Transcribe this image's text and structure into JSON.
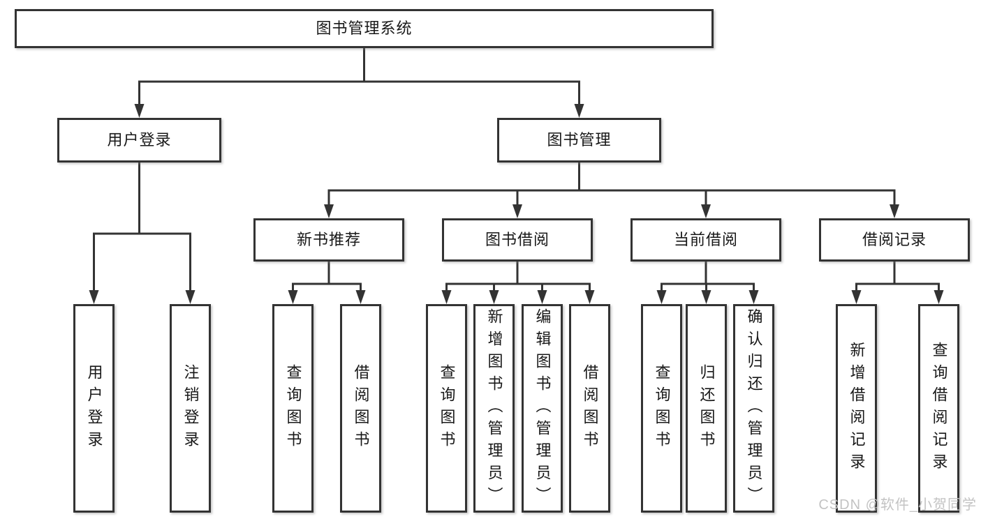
{
  "diagram": {
    "root_label": "图书管理系统",
    "branches": [
      {
        "label": "用户登录",
        "leaves": [
          {
            "label": "用户登录"
          },
          {
            "label": "注销登录"
          }
        ]
      },
      {
        "label": "图书管理",
        "groups": [
          {
            "label": "新书推荐",
            "leaves": [
              {
                "label": "查询图书"
              },
              {
                "label": "借阅图书"
              }
            ]
          },
          {
            "label": "图书借阅",
            "leaves": [
              {
                "label": "查询图书"
              },
              {
                "label": "新增图书（管理员）"
              },
              {
                "label": "编辑图书（管理员）"
              },
              {
                "label": "借阅图书"
              }
            ]
          },
          {
            "label": "当前借阅",
            "leaves": [
              {
                "label": "查询图书"
              },
              {
                "label": "归还图书"
              },
              {
                "label": "确认归还（管理员）"
              }
            ]
          },
          {
            "label": "借阅记录",
            "leaves": [
              {
                "label": "新增借阅记录"
              },
              {
                "label": "查询借阅记录"
              }
            ]
          }
        ]
      }
    ]
  },
  "watermark": {
    "text": "CSDN @软件_小贺同学"
  },
  "colors": {
    "line": "#333333",
    "box_border": "#333333",
    "box_fill": "#ffffff",
    "text": "#181818",
    "watermark": "#c3c3c3"
  }
}
